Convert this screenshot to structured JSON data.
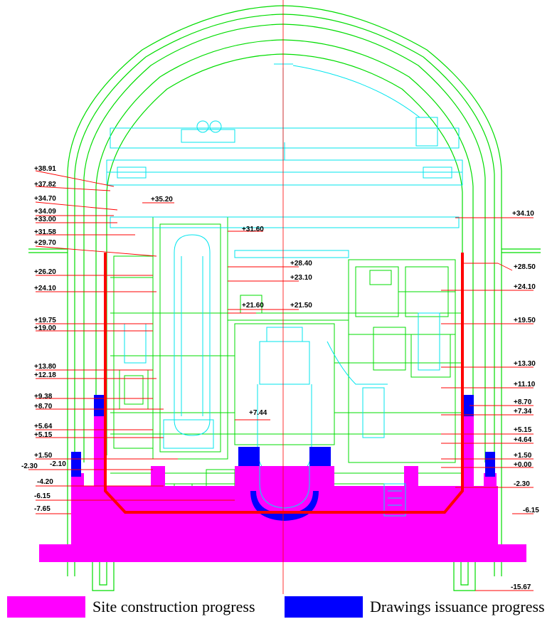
{
  "levels": {
    "left": [
      "+38.91",
      "+37.82",
      "+34.70",
      "+34.09",
      "+33.00",
      "+31.58",
      "+29.70",
      "+26.20",
      "+24.10",
      "+19.75",
      "+19.00",
      "+13.80",
      "+12.18",
      "+9.38",
      "+8.70",
      "+5.64",
      "+5.15",
      "+1.50",
      "-2.30",
      "-2.10",
      "-4.20",
      "-6.15",
      "-7.65"
    ],
    "right": [
      "+34.10",
      "+28.50",
      "+24.10",
      "+19.50",
      "+13.30",
      "+11.10",
      "+8.70",
      "+7.34",
      "+5.15",
      "+4.64",
      "+1.50",
      "+0.00",
      "-2.30",
      "-6.15",
      "-15.67"
    ],
    "inner": [
      "+35.20",
      "+31.60",
      "+28.40",
      "+23.10",
      "+21.60",
      "+21.50",
      "+7.44"
    ]
  },
  "legend": {
    "site": {
      "label": "Site construction progress",
      "color": "#ff00ff"
    },
    "drawings": {
      "label": "Drawings issuance progress",
      "color": "#0000ff"
    }
  },
  "colors": {
    "outline": "#00dd00",
    "equipment": "#00e5ee",
    "level_line": "#ff0000",
    "liner": "#ff0000"
  }
}
